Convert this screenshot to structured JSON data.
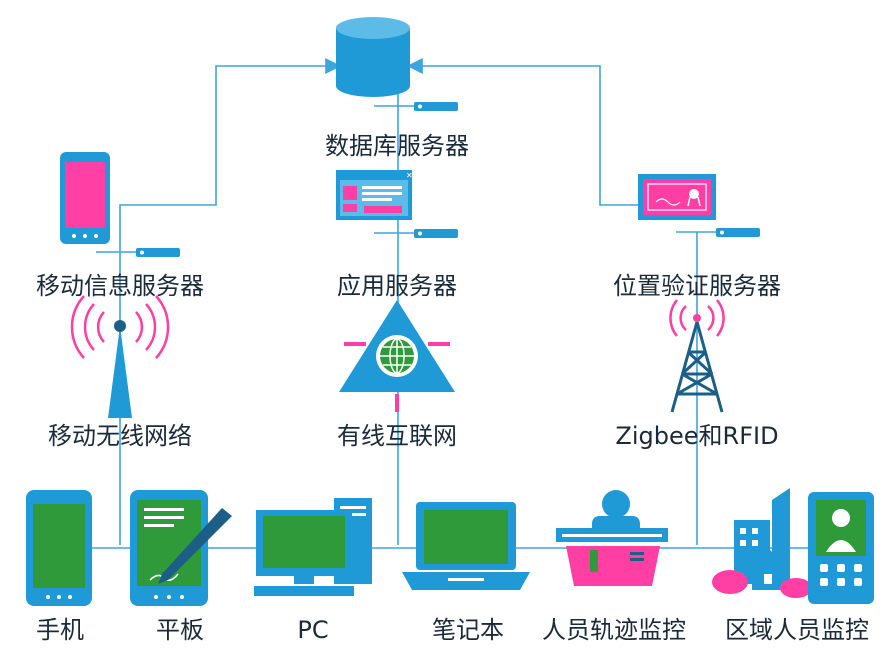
{
  "colors": {
    "blue": "#1f9ad6",
    "dark_blue": "#1b5f86",
    "pink": "#ff3fa4",
    "green": "#2e9a3a",
    "line": "#3aa6dd",
    "text": "#1a2a3a"
  },
  "servers": {
    "database": "数据库服务器",
    "mobile_info": "移动信息服务器",
    "application": "应用服务器",
    "location_auth": "位置验证服务器"
  },
  "networks": {
    "mobile_wireless": "移动无线网络",
    "wired_internet": "有线互联网",
    "zigbee_rfid": "Zigbee和RFID"
  },
  "devices": {
    "phone": "手机",
    "tablet": "平板",
    "pc": "PC",
    "laptop": "笔记本",
    "person_tracking": "人员轨迹监控",
    "area_monitoring": "区域人员监控"
  }
}
